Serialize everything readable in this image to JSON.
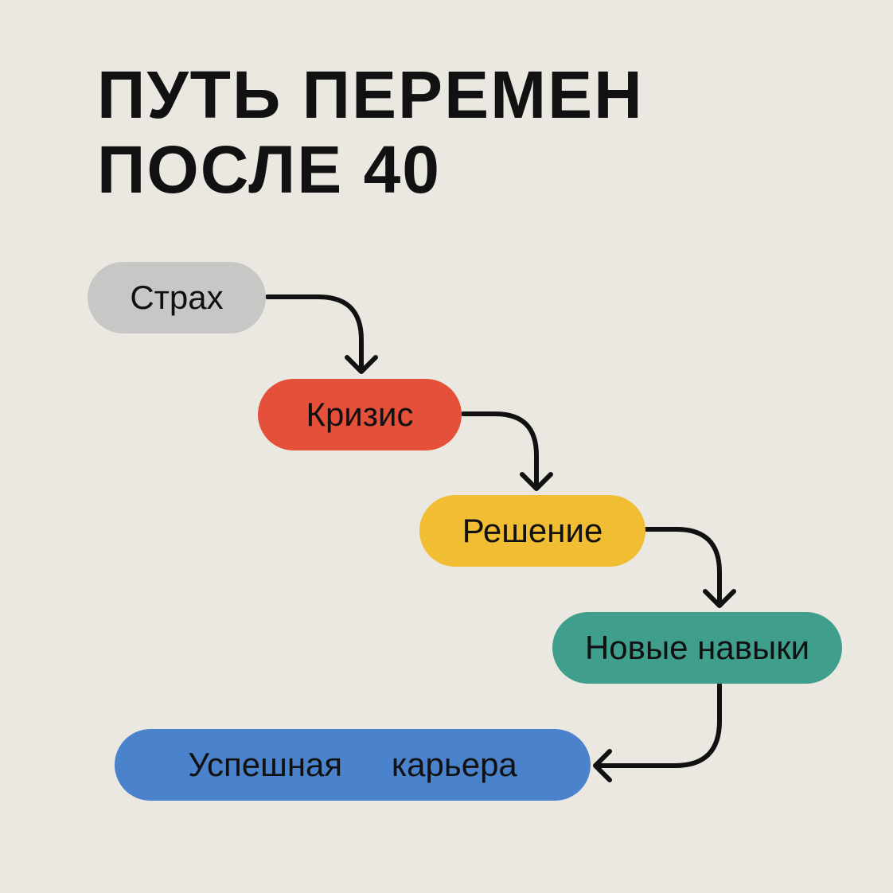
{
  "title": {
    "line1": "ПУТЬ ПЕРЕМЕН",
    "line2": "ПОСЛЕ 40"
  },
  "nodes": [
    {
      "label": "Страх",
      "color": "#c7c7c5"
    },
    {
      "label": "Кризис",
      "color": "#e4503a"
    },
    {
      "label": "Решение",
      "color": "#f1bd33"
    },
    {
      "label": "Новые навыки",
      "color": "#3f9f8c"
    },
    {
      "label": "Успешная карьера",
      "color": "#4b82cc"
    }
  ],
  "colors": {
    "background": "#ebe8e2",
    "text": "#111111",
    "arrow": "#111111"
  }
}
